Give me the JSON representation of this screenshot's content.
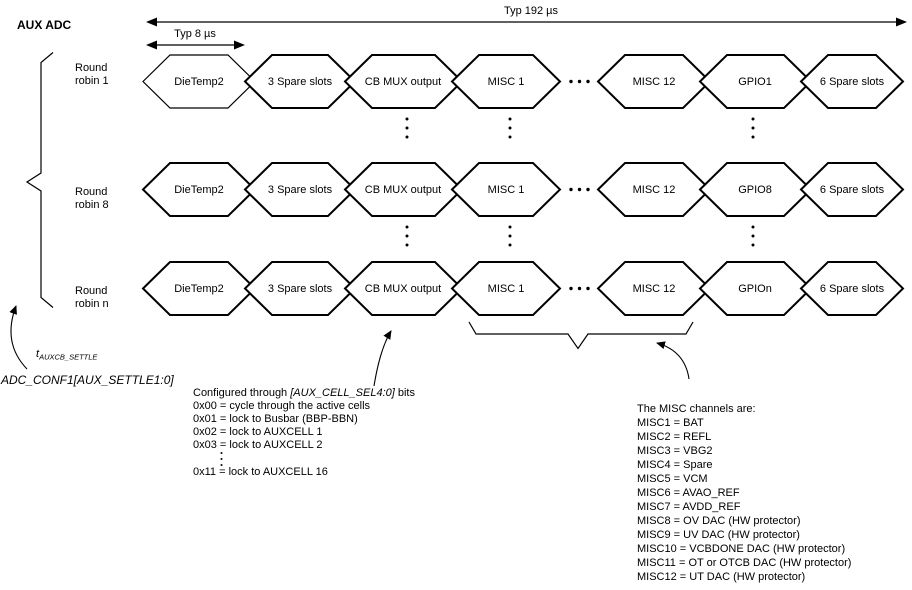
{
  "header": {
    "title": "AUX ADC",
    "total_time_label": "Typ 192 µs",
    "slot_time_label": "Typ 8 µs"
  },
  "rows": [
    {
      "label_line1": "Round",
      "label_line2": "robin 1",
      "slots": [
        "DieTemp2",
        "3 Spare slots",
        "CB MUX output",
        "MISC 1",
        "MISC 12",
        "GPIO1",
        "6 Spare slots"
      ]
    },
    {
      "label_line1": "Round",
      "label_line2": "robin 8",
      "slots": [
        "DieTemp2",
        "3 Spare slots",
        "CB MUX output",
        "MISC 1",
        "MISC 12",
        "GPIO8",
        "6 Spare slots"
      ]
    },
    {
      "label_line1": "Round",
      "label_line2": "robin n",
      "slots": [
        "DieTemp2",
        "3 Spare slots",
        "CB MUX output",
        "MISC 1",
        "MISC 12",
        "GPIOn",
        "6 Spare slots"
      ]
    }
  ],
  "settle_annotation": {
    "t_symbol": "t",
    "t_subscript": "AUXCB_SETTLE",
    "register": "ADC_CONF1[AUX_SETTLE1:0]"
  },
  "cell_sel_note": {
    "heading_pre": "Configured through ",
    "heading_reg": "[AUX_CELL_SEL4:0]",
    "heading_post": " bits",
    "lines": [
      "0x00 = cycle through the active cells",
      "0x01 = lock to Busbar (BBP-BBN)",
      "0x02 = lock to AUXCELL 1",
      "0x03 = lock to AUXCELL 2",
      "0x11 = lock to AUXCELL 16"
    ]
  },
  "misc_note": {
    "heading": "The MISC channels are:",
    "lines": [
      "MISC1 = BAT",
      "MISC2 = REFL",
      "MISC3 = VBG2",
      "MISC4 = Spare",
      "MISC5 = VCM",
      "MISC6 = AVAO_REF",
      "MISC7 = AVDD_REF",
      "MISC8 = OV DAC (HW protector)",
      "MISC9 = UV DAC (HW protector)",
      "MISC10 = VCBDONE DAC (HW protector)",
      "MISC11 = OT or OTCB DAC (HW protector)",
      "MISC12 = UT DAC (HW protector)"
    ]
  },
  "colors": {
    "diagram_line": "#000000",
    "background": "#ffffff",
    "text": "#000000"
  }
}
